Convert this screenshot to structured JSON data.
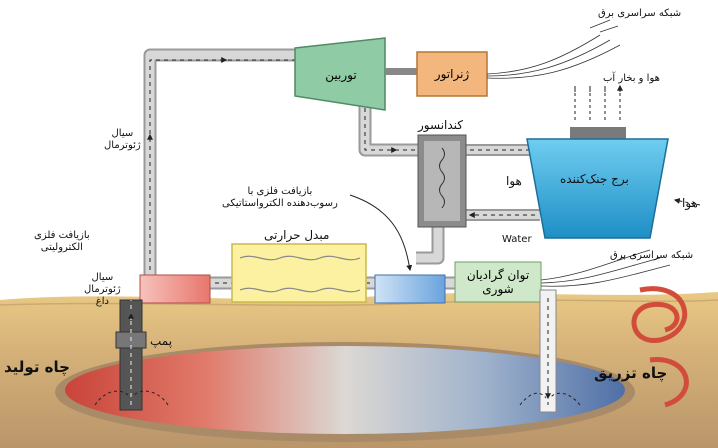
{
  "labels": {
    "grid_top": "شبکه سراسری برق",
    "grid_right": "شبکه سراسری برق",
    "air_vapor": "هوا و بخار آب",
    "turbine": "توربین",
    "generator": "ژنراتور",
    "condenser": "کندانسور",
    "cooling_tower": "برج جنک‌کننده",
    "air_inner": "هوا",
    "air_outer": "هوا",
    "water": "Water",
    "geo_fluid_line1": "سیال",
    "geo_fluid_line2": "ژئوترمال",
    "metal_recovery_elec_line1": "بازیافت فلزی",
    "metal_recovery_elec_line2": "الکترولیتی",
    "metal_recovery_es_line1": "بازیافت فلزی با",
    "metal_recovery_es_line2": "رسوب‌دهنده الکترواستاتیکی",
    "heat_exchanger": "مبدل حرارتی",
    "salinity_line1": "توان گرادیان",
    "salinity_line2": "شوری",
    "hot_fluid_line1": "سیال",
    "hot_fluid_line2": "ژئوترمال",
    "hot_fluid_line3": "داغ",
    "pump": "پمپ",
    "production_well": "چاه تولید",
    "injection_well": "چاه تزریق"
  },
  "colors": {
    "pipe": "#c8c8c8",
    "turbine": "#8fcca6",
    "generator": "#f3b77d",
    "tower": "#3bb4e0",
    "exchanger": "#fbf1a0",
    "electrolytic": "#f2a39d",
    "electrostatic": "#86b8e6",
    "salinity": "#cfe8c9",
    "ground": "#d8b886",
    "reservoir_hot": "#d65c4a",
    "reservoir_cold": "#5b7fb4"
  }
}
